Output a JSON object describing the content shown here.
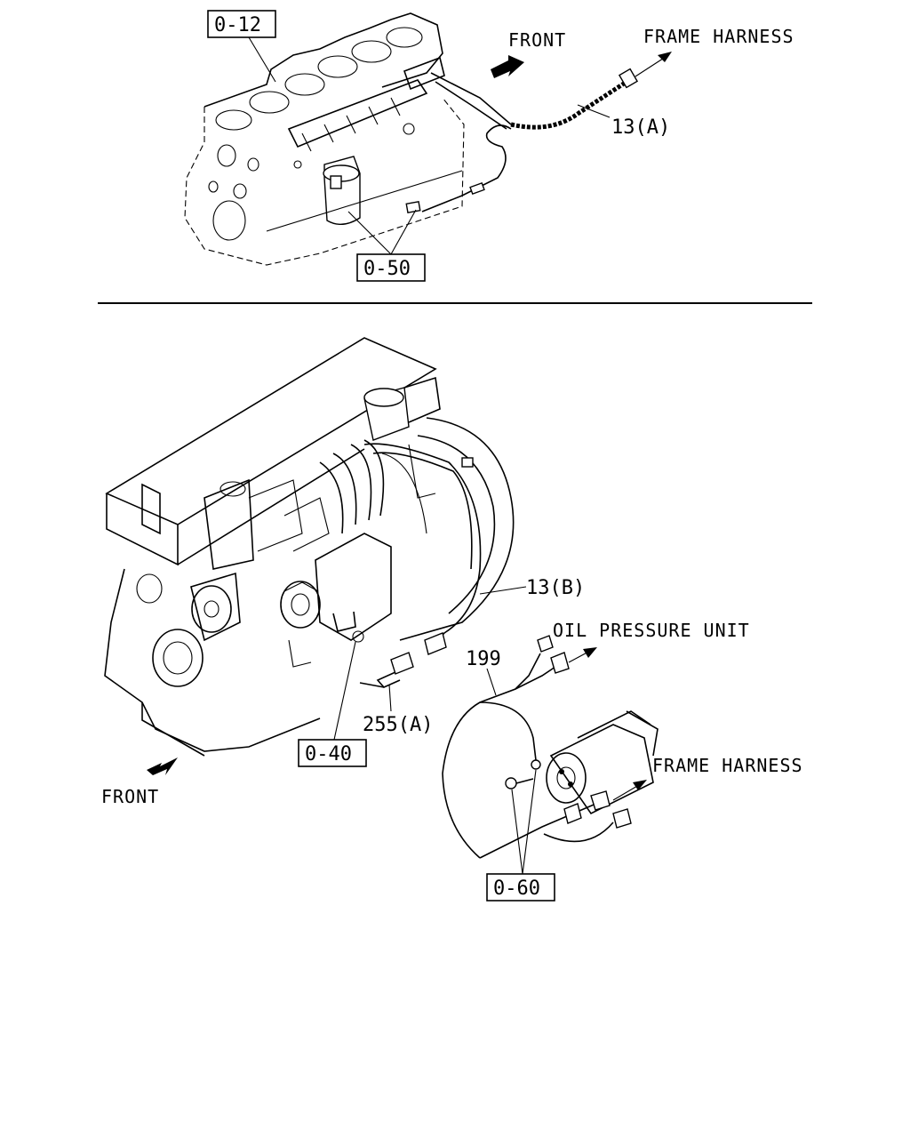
{
  "top_view": {
    "ref_box_top": "0-12",
    "ref_box_bottom": "0-50",
    "front_label": "FRONT",
    "frame_harness_label": "FRAME HARNESS",
    "harness_part_label": "13(A)"
  },
  "bottom_view": {
    "harness_part_label": "13(B)",
    "oil_pressure_label": "OIL PRESSURE UNIT",
    "cable_part_label": "199",
    "sensor_part_label": "255(A)",
    "ref_box_left": "0-40",
    "ref_box_right": "0-60",
    "frame_harness_label": "FRAME HARNESS",
    "front_label": "FRONT"
  }
}
